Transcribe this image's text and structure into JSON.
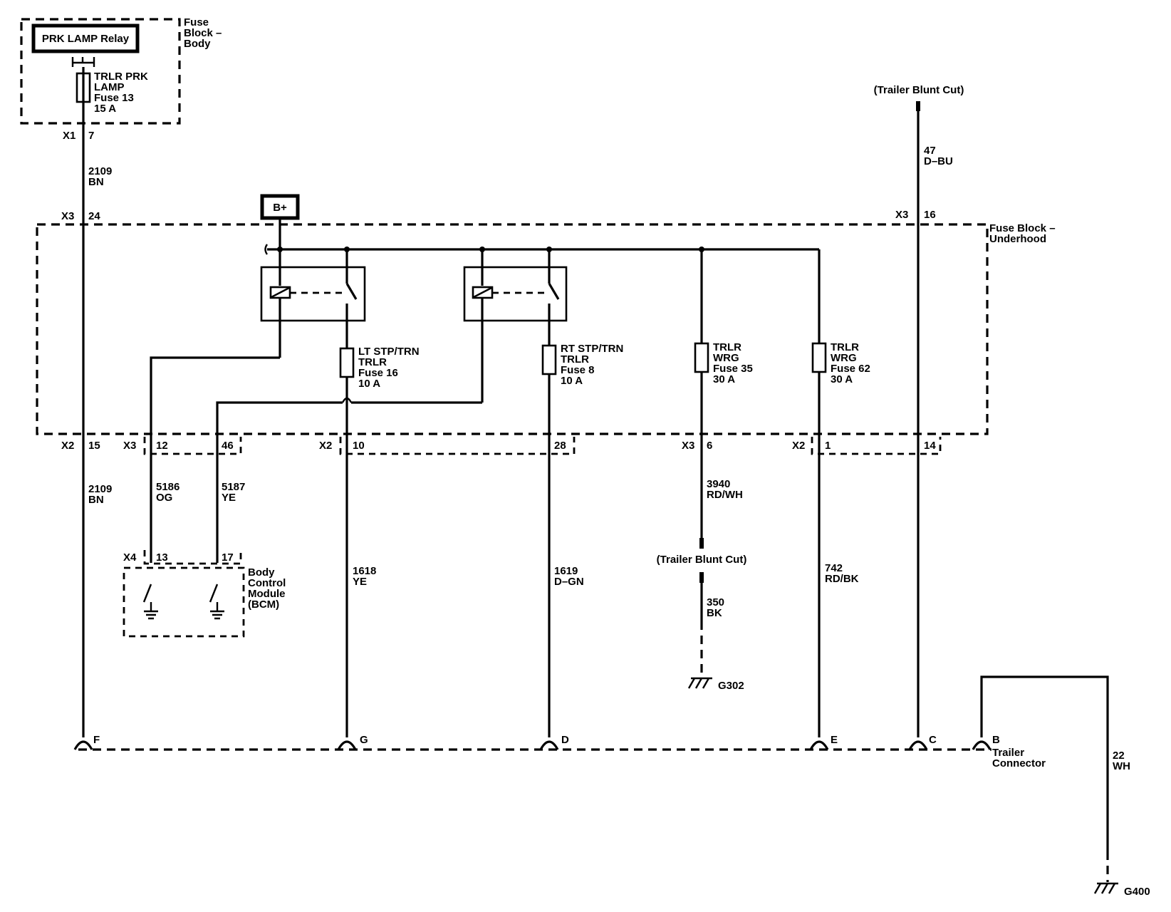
{
  "relay_label": "PRK LAMP Relay",
  "fuse_block_body": [
    "Fuse",
    "Block –",
    "Body"
  ],
  "fuse13": [
    "TRLR PRK",
    "LAMP",
    "Fuse 13",
    "15 A"
  ],
  "conn_x1": "X1",
  "pin_7": "7",
  "wire_2109_top": [
    "2109",
    "BN"
  ],
  "conn_x3_a": "X3",
  "pin_24": "24",
  "bplus": "B+",
  "blunt_top": "(Trailer Blunt Cut)",
  "wire_47": [
    "47",
    "D–BU"
  ],
  "conn_x3_b": "X3",
  "pin_16": "16",
  "fuse_block_underhood": [
    "Fuse Block –",
    "Underhood"
  ],
  "fuse16": [
    "LT STP/TRN",
    "TRLR",
    "Fuse 16",
    "10 A"
  ],
  "fuse8": [
    "RT STP/TRN",
    "TRLR",
    "Fuse 8",
    "10 A"
  ],
  "fuse35": [
    "TRLR",
    "WRG",
    "Fuse 35",
    "30 A"
  ],
  "fuse62": [
    "TRLR",
    "WRG",
    "Fuse 62",
    "30 A"
  ],
  "bottom_conns": {
    "x2a": "X2",
    "p15": "15",
    "x3c": "X3",
    "p12": "12",
    "p46": "46",
    "x2b": "X2",
    "p10": "10",
    "p28": "28",
    "x3d": "X3",
    "p6": "6",
    "x2c": "X2",
    "p1": "1",
    "p14": "14"
  },
  "wire_2109_bot": [
    "2109",
    "BN"
  ],
  "wire_5186": [
    "5186",
    "OG"
  ],
  "wire_5187": [
    "5187",
    "YE"
  ],
  "wire_3940": [
    "3940",
    "RD/WH"
  ],
  "bcm_conn": {
    "x4": "X4",
    "p13": "13",
    "p17": "17"
  },
  "bcm_label": [
    "Body",
    "Control",
    "Module",
    "(BCM)"
  ],
  "wire_1618": [
    "1618",
    "YE"
  ],
  "wire_1619": [
    "1619",
    "D–GN"
  ],
  "blunt_mid": "(Trailer Blunt Cut)",
  "wire_742": [
    "742",
    "RD/BK"
  ],
  "wire_350": [
    "350",
    "BK"
  ],
  "ground_g302": "G302",
  "trailer_pins": {
    "F": "F",
    "G": "G",
    "D": "D",
    "E": "E",
    "C": "C",
    "B": "B"
  },
  "trailer_connector": [
    "Trailer",
    "Connector"
  ],
  "wire_22": [
    "22",
    "WH"
  ],
  "ground_g400": "G400"
}
